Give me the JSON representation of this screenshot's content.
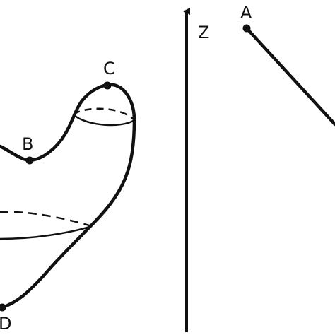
{
  "diagram": {
    "points": {
      "a": "A",
      "b": "B",
      "c": "C",
      "d": "D"
    },
    "axis_label": "Z",
    "colors": {
      "stroke": "#111111",
      "background": "#ffffff"
    }
  }
}
